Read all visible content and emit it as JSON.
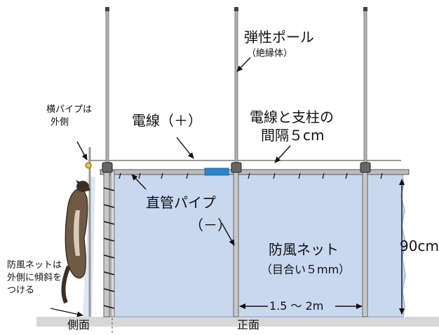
{
  "labels": {
    "elastic_pole": "弾性ポール",
    "elastic_pole_note": "（絶縁体）",
    "side_pipe_line1": "横パイプは",
    "side_pipe_line2": "外側",
    "wire_plus": "電線（＋）",
    "wire_gap_line1": "電線と支柱の",
    "wire_gap_line2": "間隔５cm",
    "straight_pipe": "直管パイプ",
    "straight_pipe_minus": "（－）",
    "windbreak_net": "防風ネット",
    "mesh_note": "（目合い５mm）",
    "net_tilt_line1": "防風ネットは",
    "net_tilt_line2": "外側に傾斜を",
    "net_tilt_line3": "つける",
    "height": "90cm",
    "spacing": "1.5 ～ 2m",
    "side_view": "側面",
    "front_view": "正面"
  },
  "colors": {
    "net_fill": "#c9d7ef",
    "pole": "#b4b4b4",
    "wire": "#7a7a7a",
    "insulator_tape": "#2a84c8",
    "ground": "#d7d7d7"
  }
}
